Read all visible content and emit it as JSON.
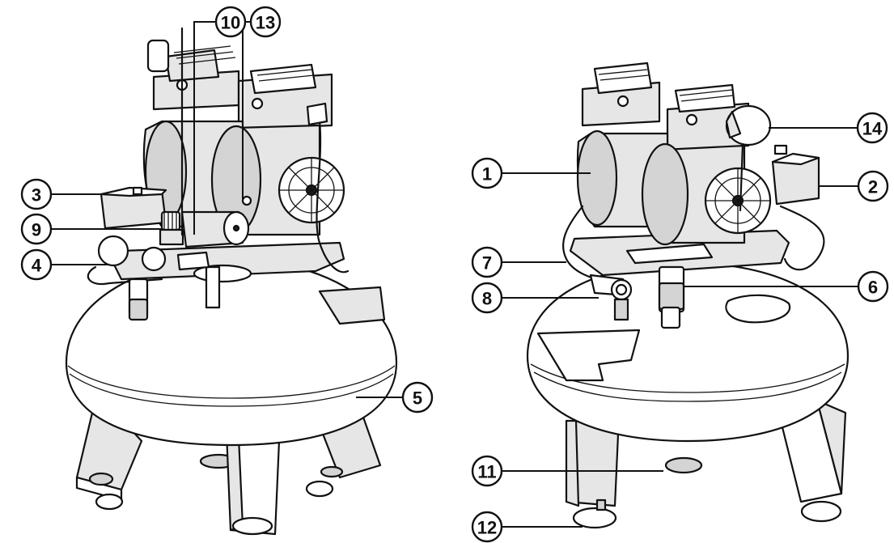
{
  "callouts": [
    {
      "id": "c10",
      "label": "10"
    },
    {
      "id": "c13",
      "label": "13"
    },
    {
      "id": "c3",
      "label": "3"
    },
    {
      "id": "c9",
      "label": "9"
    },
    {
      "id": "c4",
      "label": "4"
    },
    {
      "id": "c5",
      "label": "5"
    },
    {
      "id": "c14",
      "label": "14"
    },
    {
      "id": "c1",
      "label": "1"
    },
    {
      "id": "c2",
      "label": "2"
    },
    {
      "id": "c7",
      "label": "7"
    },
    {
      "id": "c6",
      "label": "6"
    },
    {
      "id": "c8",
      "label": "8"
    },
    {
      "id": "c11",
      "label": "11"
    },
    {
      "id": "c12",
      "label": "12"
    }
  ]
}
